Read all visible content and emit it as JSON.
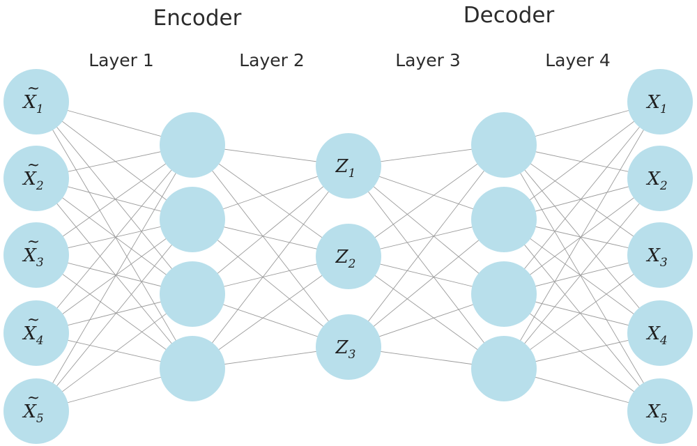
{
  "titles": {
    "encoder": "Encoder",
    "decoder": "Decoder"
  },
  "layer_labels": [
    "Layer 1",
    "Layer 2",
    "Layer 3",
    "Layer 4"
  ],
  "node_color": "#b8dfeb",
  "edge_color": "#9a9a9a",
  "columns": [
    {
      "nodes": [
        {
          "main": "X",
          "sub": "1",
          "tilde": true
        },
        {
          "main": "X",
          "sub": "2",
          "tilde": true
        },
        {
          "main": "X",
          "sub": "3",
          "tilde": true
        },
        {
          "main": "X",
          "sub": "4",
          "tilde": true
        },
        {
          "main": "X",
          "sub": "5",
          "tilde": true
        }
      ]
    },
    {
      "nodes": [
        {},
        {},
        {},
        {}
      ]
    },
    {
      "nodes": [
        {
          "main": "Z",
          "sub": "1"
        },
        {
          "main": "Z",
          "sub": "2"
        },
        {
          "main": "Z",
          "sub": "3"
        }
      ]
    },
    {
      "nodes": [
        {},
        {},
        {},
        {}
      ]
    },
    {
      "nodes": [
        {
          "main": "X",
          "sub": "1"
        },
        {
          "main": "X",
          "sub": "2"
        },
        {
          "main": "X",
          "sub": "3"
        },
        {
          "main": "X",
          "sub": "4"
        },
        {
          "main": "X",
          "sub": "5"
        }
      ]
    }
  ]
}
